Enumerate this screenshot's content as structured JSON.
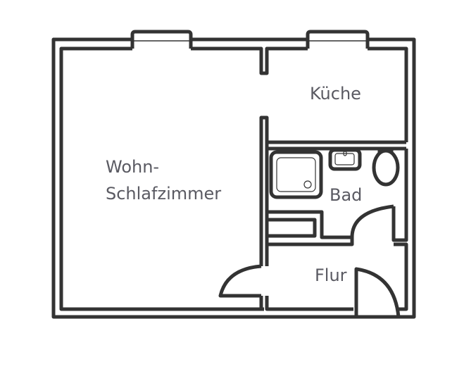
{
  "diagram": {
    "type": "floor-plan",
    "wall_color": "#333333",
    "label_color": "#5a5a62",
    "rooms": [
      {
        "id": "wohn",
        "label_line1": "Wohn-",
        "label_line2": "Schlafzimmer"
      },
      {
        "id": "kueche",
        "label": "Küche"
      },
      {
        "id": "bad",
        "label": "Bad"
      },
      {
        "id": "flur",
        "label": "Flur"
      }
    ],
    "fixtures": [
      "shower-tray",
      "wash-basin",
      "toilet",
      "bathtub-bench"
    ],
    "windows": [
      "window-living-room",
      "window-kitchen"
    ],
    "doors": [
      "door-living-room",
      "door-bathroom",
      "door-entrance"
    ]
  }
}
